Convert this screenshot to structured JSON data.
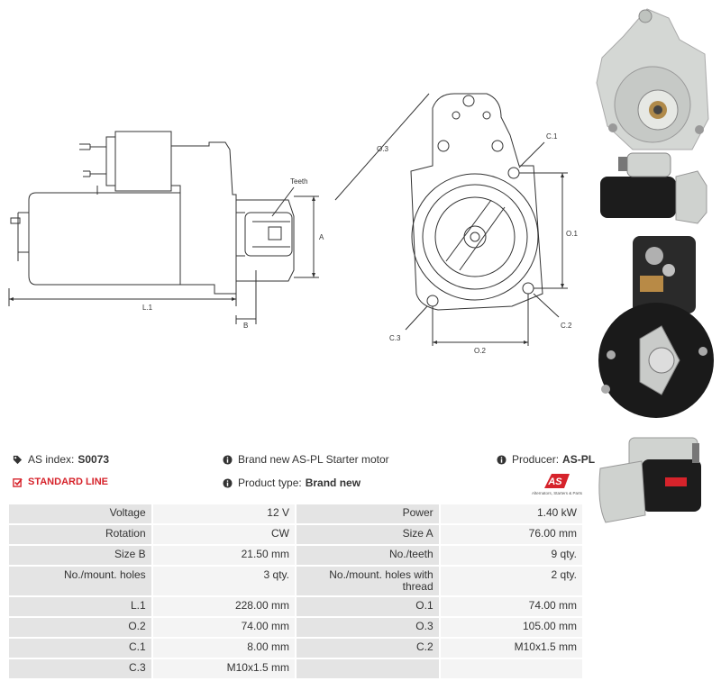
{
  "drawing_labels": {
    "teeth": "Teeth",
    "a": "A",
    "b": "B",
    "l1": "L.1",
    "o1": "O.1",
    "o2": "O.2",
    "o3": "O.3",
    "c1": "C.1",
    "c2": "C.2",
    "c3": "C.3"
  },
  "header": {
    "as_index_label": "AS index:",
    "as_index_value": "S0073",
    "line_label": "STANDARD LINE",
    "description": "Brand new AS-PL Starter motor",
    "product_type_label": "Product type:",
    "product_type_value": "Brand new",
    "producer_label": "Producer:",
    "producer_value": "AS-PL"
  },
  "logo": {
    "mark": "AS",
    "tagline": "Alternators, Starters & Parts"
  },
  "specs": [
    {
      "k1": "Voltage",
      "v1": "12 V",
      "k2": "Power",
      "v2": "1.40 kW"
    },
    {
      "k1": "Rotation",
      "v1": "CW",
      "k2": "Size A",
      "v2": "76.00 mm"
    },
    {
      "k1": "Size B",
      "v1": "21.50 mm",
      "k2": "No./teeth",
      "v2": "9 qty."
    },
    {
      "k1": "No./mount. holes",
      "v1": "3 qty.",
      "k2": "No./mount. holes with thread",
      "v2": "2 qty."
    },
    {
      "k1": "L.1",
      "v1": "228.00 mm",
      "k2": "O.1",
      "v2": "74.00 mm"
    },
    {
      "k1": "O.2",
      "v1": "74.00 mm",
      "k2": "O.3",
      "v2": "105.00 mm"
    },
    {
      "k1": "C.1",
      "v1": "8.00 mm",
      "k2": "C.2",
      "v2": "M10x1.5 mm"
    },
    {
      "k1": "C.3",
      "v1": "M10x1.5 mm",
      "k2": "",
      "v2": ""
    }
  ],
  "colors": {
    "accent_red": "#d6232b",
    "key_cell": "#e4e4e4",
    "value_cell": "#f4f4f4"
  }
}
